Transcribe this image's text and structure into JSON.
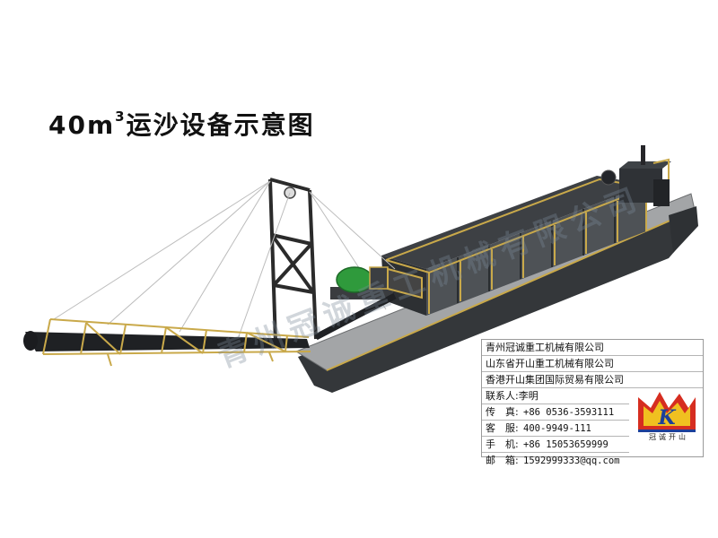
{
  "title": {
    "main": "40m",
    "sup": "3",
    "rest": "运沙设备示意图"
  },
  "watermark": "青州冠诚重工机械有限公司",
  "info": {
    "company1": "青州冠诚重工机械有限公司",
    "company2": "山东省开山重工机械有限公司",
    "company3": "香港开山集团国际贸易有限公司",
    "contact_label": "联系人:",
    "contact_value": "李明",
    "fax_label": "传　真:",
    "fax_value": "+86 0536-3593111",
    "service_label": "客　服:",
    "service_value": "400-9949-111",
    "mobile_label": "手　机:",
    "mobile_value": "+86 15053659999",
    "email_label": "邮　箱:",
    "email_value": "1592999333@qq.com"
  },
  "logo": {
    "mark": "K",
    "text": "冠诚开山"
  },
  "colors": {
    "hull": "#3a3d40",
    "deck": "#9ea0a2",
    "rail": "#b9a050",
    "frame": "#2b2b2b",
    "motor": "#2f9a3c",
    "logo_red": "#d62d20",
    "logo_yellow": "#f0c020",
    "logo_blue": "#1d3f9a"
  }
}
